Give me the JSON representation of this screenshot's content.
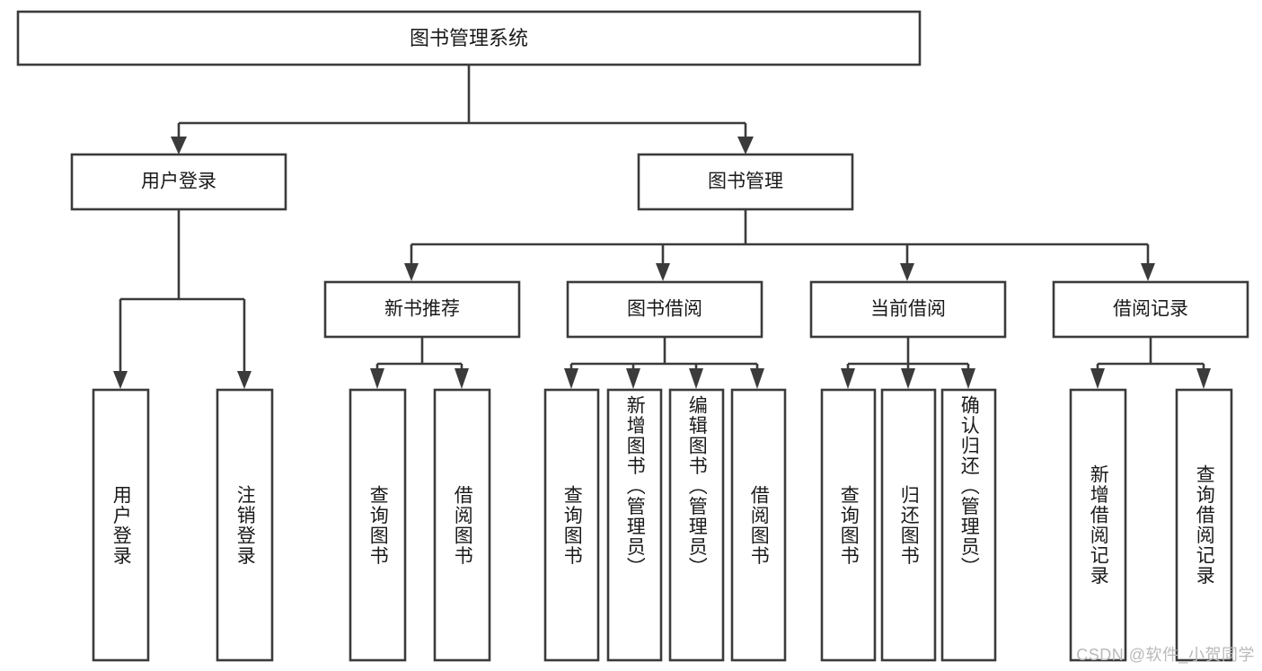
{
  "diagram": {
    "title": "图书管理系统",
    "type": "tree-hierarchy-chart",
    "watermark": "CSDN @软件_小贺同学",
    "colors": {
      "stroke": "#3b3b3b",
      "box_fill": "#ffffff",
      "text": "#1a1a1a",
      "background": "#ffffff",
      "watermark": "#b9b9b9"
    }
  },
  "root": {
    "label": "图书管理系统"
  },
  "level1": [
    {
      "label": "用户登录"
    },
    {
      "label": "图书管理"
    }
  ],
  "level2": [
    {
      "label": "新书推荐"
    },
    {
      "label": "图书借阅"
    },
    {
      "label": "当前借阅"
    },
    {
      "label": "借阅记录"
    }
  ],
  "leaves": {
    "user_login": [
      {
        "label": "用户登录"
      },
      {
        "label": "注销登录"
      }
    ],
    "new_book_recommend": [
      {
        "label": "查询图书"
      },
      {
        "label": "借阅图书"
      }
    ],
    "book_borrow": [
      {
        "label": "查询图书"
      },
      {
        "label": "新增图书（管理员）"
      },
      {
        "label": "编辑图书（管理员）"
      },
      {
        "label": "借阅图书"
      }
    ],
    "current_borrow": [
      {
        "label": "查询图书"
      },
      {
        "label": "归还图书"
      },
      {
        "label": "确认归还（管理员）"
      }
    ],
    "borrow_record": [
      {
        "label": "新增借阅记录"
      },
      {
        "label": "查询借阅记录"
      }
    ]
  }
}
